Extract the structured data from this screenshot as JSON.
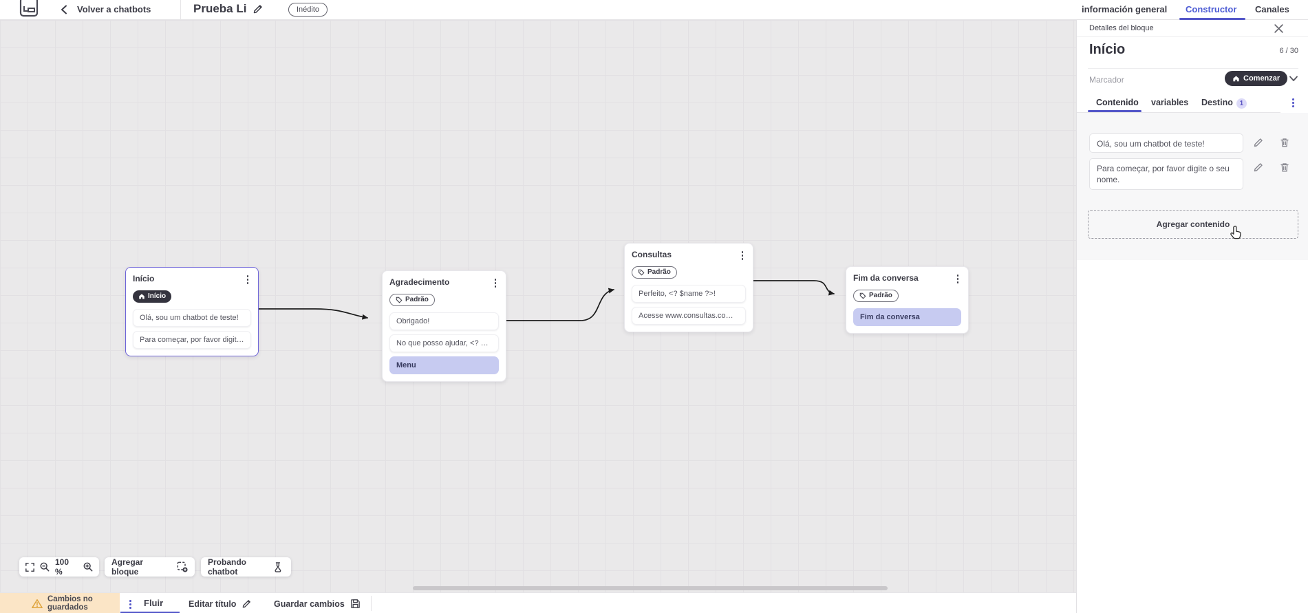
{
  "colors": {
    "accent": "#4c5bd4",
    "accent-line": "#5457c9",
    "dark-pill": "#34333e",
    "highlight": "#c7cbf1",
    "selected": "#6f65d8",
    "warn-bg": "#fbe5c6",
    "warn-ic": "#dfa43c",
    "canvas": "#eae9ea",
    "grid": "#e2e0e3"
  },
  "header": {
    "back_label": "Volver a chatbots",
    "title": "Prueba Li",
    "status": "Inédito",
    "tabs": [
      {
        "label": "información general"
      },
      {
        "label": "Constructor"
      },
      {
        "label": "Canales"
      }
    ]
  },
  "panel": {
    "title": "Detalles del bloque",
    "block_name": "Início",
    "counter": "6 / 30",
    "marker_label": "Marcador",
    "marker_value": "Comenzar",
    "tabs": [
      {
        "label": "Contenido"
      },
      {
        "label": "variables"
      },
      {
        "label": "Destino",
        "badge": "1"
      }
    ],
    "messages": [
      {
        "text": "Olá, sou um chatbot de teste!"
      },
      {
        "text": "Para começar, por favor digite o seu nome."
      }
    ],
    "add_content_label": "Agregar contenido"
  },
  "canvas": {
    "nodes": [
      {
        "title": "Início",
        "badge": "Início",
        "items": [
          {
            "text": "Olá, sou um chatbot de teste!"
          },
          {
            "text": "Para começar, por favor digite o ..."
          }
        ]
      },
      {
        "title": "Agradecimento",
        "badge": "Padrão",
        "items": [
          {
            "text": "Obrigado!"
          },
          {
            "text": "No que posso ajudar, <? $name ..."
          },
          {
            "text": "Menu"
          }
        ]
      },
      {
        "title": "Consultas",
        "badge": "Padrão",
        "items": [
          {
            "text": "Perfeito, <? $name ?>!"
          },
          {
            "text": "Acesse www.consultas.com par..."
          }
        ]
      },
      {
        "title": "Fim da conversa",
        "badge": "Padrão",
        "items": [
          {
            "text": "Fim da conversa"
          }
        ]
      }
    ]
  },
  "toolbar": {
    "zoom_level": "100 %",
    "add_block_label": "Agregar bloque",
    "test_label": "Probando chatbot"
  },
  "footer": {
    "warning": "Cambios no guardados",
    "flow_tab": "Fluir",
    "edit_title_label": "Editar título",
    "save_label": "Guardar cambios"
  }
}
